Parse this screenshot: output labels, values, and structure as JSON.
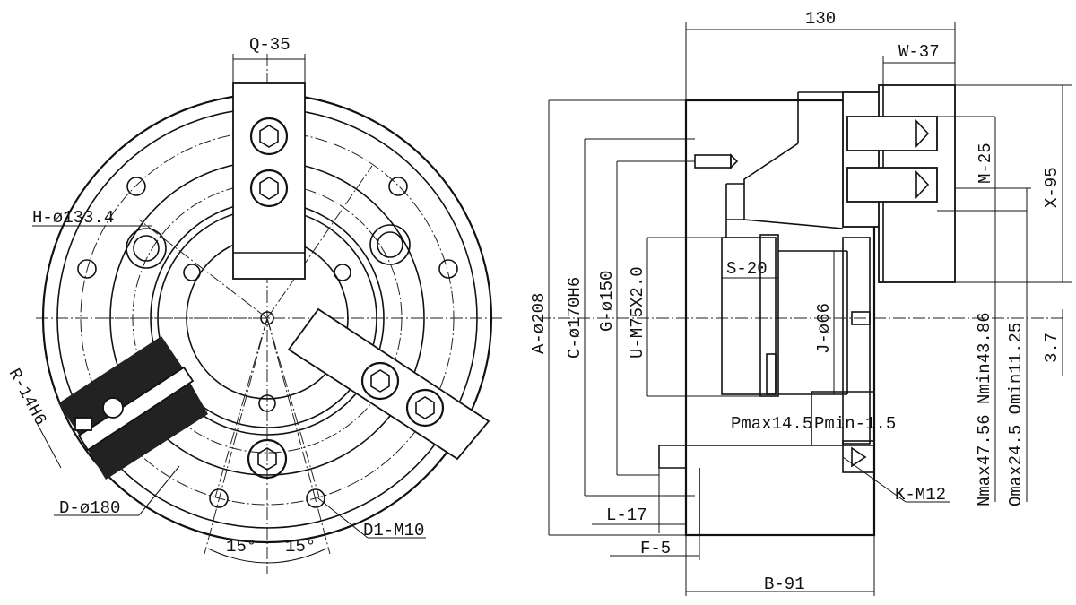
{
  "drawing": {
    "front_view_labels": {
      "q": "Q-35",
      "h": "H-ø133.4",
      "r": "R-14H6",
      "d": "D-ø180",
      "d1": "D1-M10",
      "angle_left": "15°",
      "angle_right": "15°"
    },
    "side_view_labels": {
      "overall_length": "130",
      "w": "W-37",
      "m": "M-25",
      "x": "X-95",
      "a": "A-ø208",
      "c": "C-ø170H6",
      "g": "G-ø150",
      "u": "U-M75X2.0",
      "s": "S-20",
      "j": "J-ø66",
      "pmax": "Pmax14.5",
      "pmin": "Pmin-1.5",
      "nmax": "Nmax47.56 Nmin43.86",
      "omax": "Omax24.5 Omin11.25",
      "val37": "3.7",
      "k": "K-M12",
      "l": "L-17",
      "f": "F-5",
      "b": "B-91"
    }
  }
}
